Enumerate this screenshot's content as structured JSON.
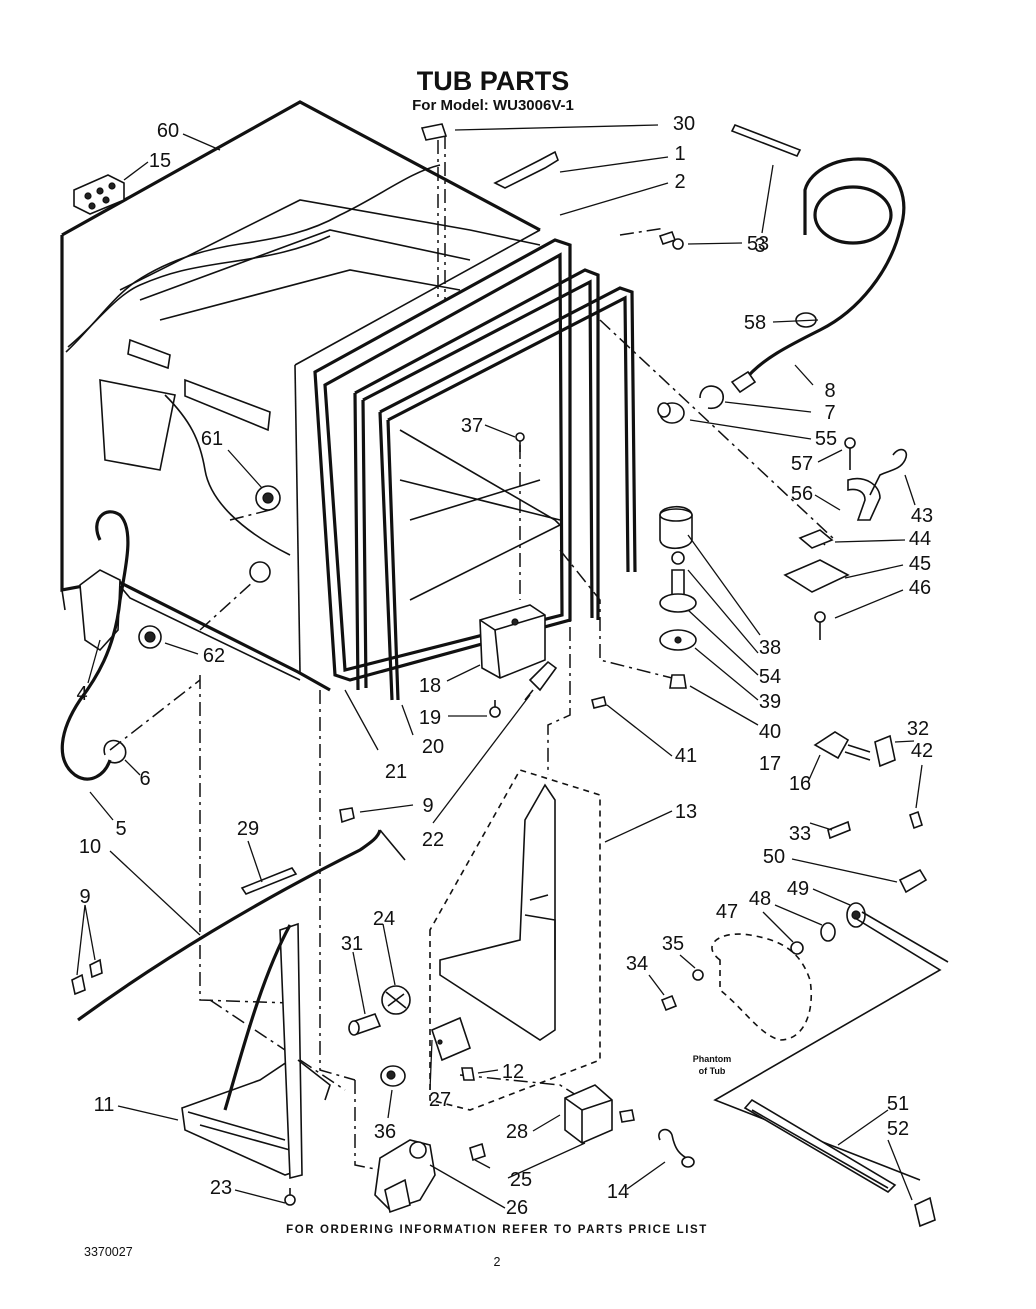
{
  "title": "TUB PARTS",
  "model_line": "For Model: WU3006V-1",
  "footer": "FOR ORDERING INFORMATION REFER TO PARTS PRICE LIST",
  "doc_number": "3370027",
  "page_number": "2",
  "phantom_label": [
    "Phantom",
    "of Tub"
  ],
  "callouts": [
    "60",
    "15",
    "30",
    "1",
    "2",
    "3",
    "53",
    "58",
    "8",
    "7",
    "55",
    "57",
    "56",
    "43",
    "44",
    "45",
    "46",
    "38",
    "54",
    "39",
    "40",
    "17",
    "37",
    "61",
    "62",
    "4",
    "5",
    "6",
    "18",
    "19",
    "20",
    "21",
    "22",
    "41",
    "9",
    "10",
    "29",
    "9",
    "24",
    "31",
    "13",
    "16",
    "32",
    "42",
    "33",
    "50",
    "49",
    "48",
    "47",
    "35",
    "34",
    "12",
    "27",
    "36",
    "28",
    "25",
    "26",
    "14",
    "11",
    "23",
    "51",
    "52"
  ]
}
